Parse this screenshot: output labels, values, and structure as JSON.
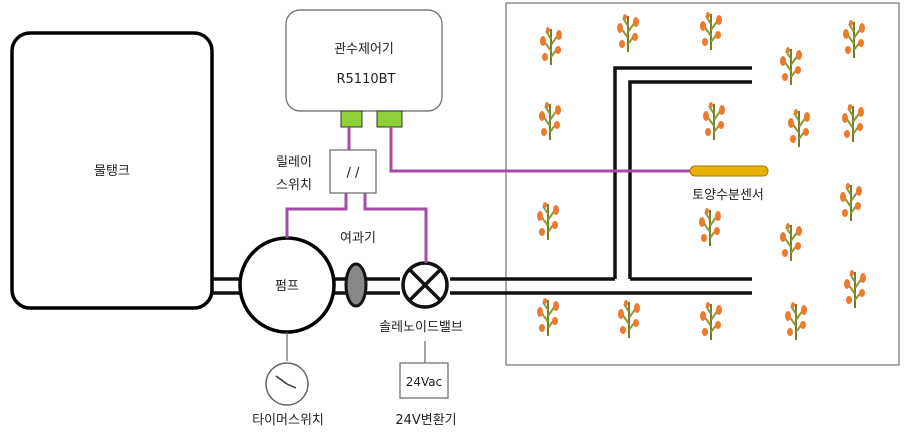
{
  "labels": {
    "water_tank": "물탱크",
    "controller_line1": "관수제어기",
    "controller_line2": "R5110BT",
    "relay_line1": "릴레이",
    "relay_line2": "스위치",
    "relay_symbol": "/ /",
    "filter": "여과기",
    "pump": "펌프",
    "solenoid_valve": "솔레노이드밸브",
    "timer_switch": "타이머스위치",
    "transformer_inner": "24Vac",
    "transformer": "24V변환기",
    "soil_sensor": "토양수분센서"
  },
  "colors": {
    "wire": "#a64ca6",
    "connector": "#8fcf3c",
    "pipe": "#111111",
    "sensor": "#e8b100",
    "plant_leaf": "#8a9a36",
    "plant_flower": "#ee7a2e"
  },
  "icons": {
    "timer": "clock-icon",
    "valve": "solenoid-valve-icon",
    "filter": "filter-icon",
    "plant": "plant-icon"
  }
}
